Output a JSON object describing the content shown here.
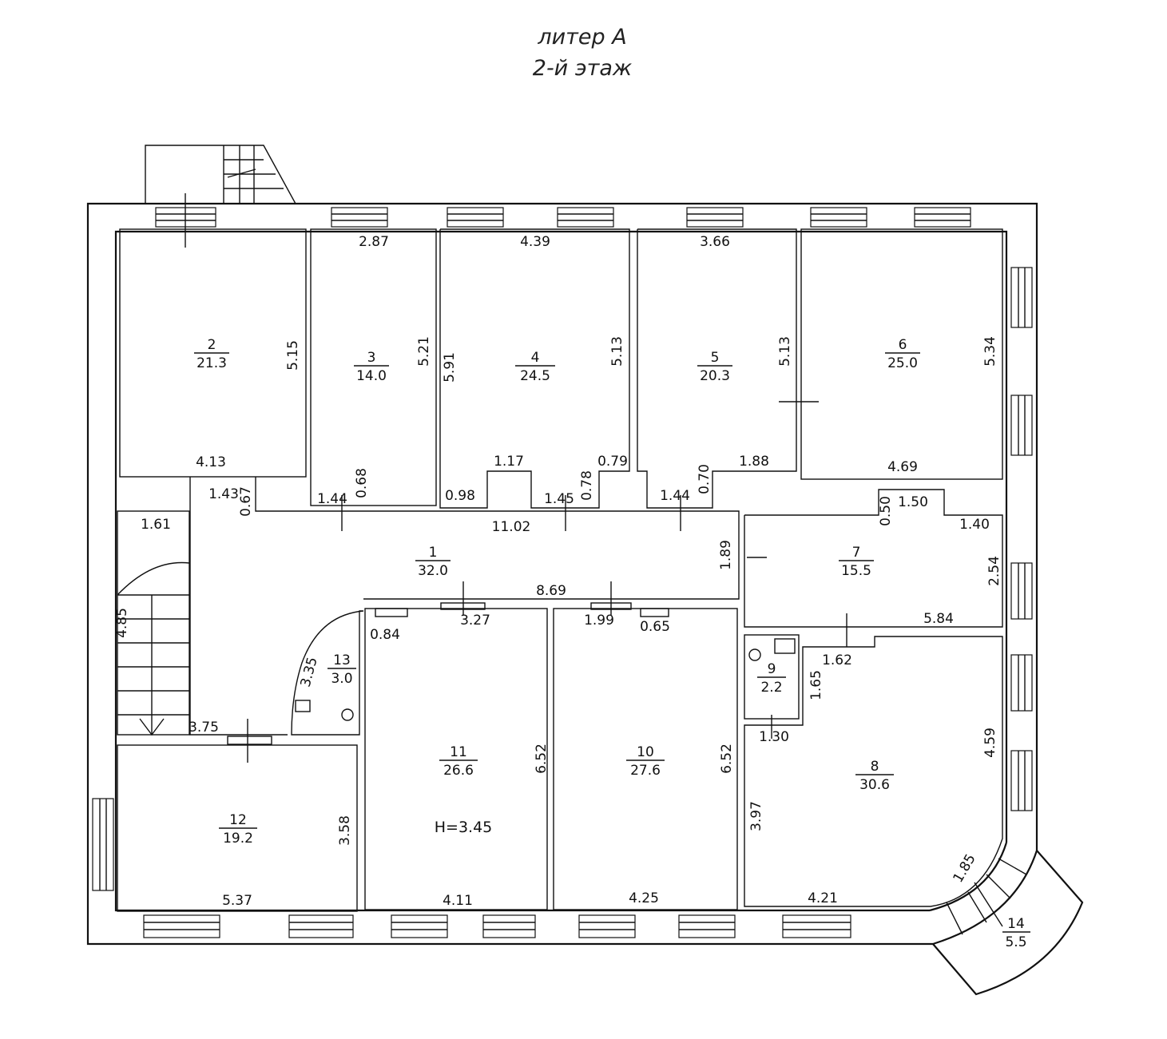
{
  "title": {
    "line1": "литер А",
    "line2": "2-й этаж"
  },
  "rooms": [
    {
      "num": "1",
      "area": "32.0"
    },
    {
      "num": "2",
      "area": "21.3"
    },
    {
      "num": "3",
      "area": "14.0"
    },
    {
      "num": "4",
      "area": "24.5"
    },
    {
      "num": "5",
      "area": "20.3"
    },
    {
      "num": "6",
      "area": "25.0"
    },
    {
      "num": "7",
      "area": "15.5"
    },
    {
      "num": "8",
      "area": "30.6"
    },
    {
      "num": "9",
      "area": "2.2"
    },
    {
      "num": "10",
      "area": "27.6"
    },
    {
      "num": "11",
      "area": "26.6"
    },
    {
      "num": "12",
      "area": "19.2"
    },
    {
      "num": "13",
      "area": "3.0"
    },
    {
      "num": "14",
      "area": "5.5"
    }
  ],
  "height_note": "H=3.45",
  "dimensions": [
    "2.87",
    "4.39",
    "3.66",
    "5.15",
    "5.21",
    "5.91",
    "5.13",
    "5.13",
    "5.34",
    "4.13",
    "1.43",
    "0.67",
    "1.44",
    "0.68",
    "1.17",
    "0.79",
    "0.98",
    "1.45",
    "0.78",
    "0.70",
    "1.88",
    "1.44",
    "4.69",
    "0.50",
    "1.50",
    "1.40",
    "1.61",
    "11.02",
    "1.89",
    "2.54",
    "8.69",
    "4.85",
    "0.84",
    "3.27",
    "1.99",
    "0.65",
    "5.84",
    "3.35",
    "1.62",
    "1.65",
    "3.75",
    "1.30",
    "6.52",
    "6.52",
    "4.59",
    "3.58",
    "3.97",
    "1.85",
    "5.37",
    "4.11",
    "4.25",
    "4.21"
  ]
}
